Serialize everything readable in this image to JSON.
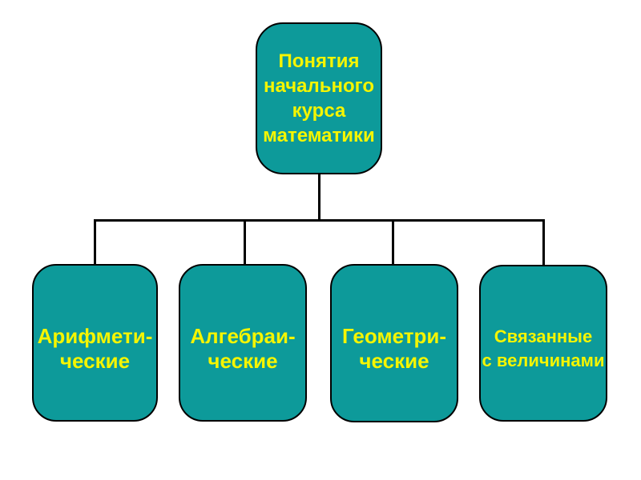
{
  "slide": {
    "background_color": "#ffffff",
    "diagram_type": "hierarchy-tree"
  },
  "colors": {
    "node_fill": "#0d9a9a",
    "node_border": "#000000",
    "node_text": "#f5f500",
    "connector": "#000000"
  },
  "root": {
    "label": "Понятия начального курса математики"
  },
  "children": [
    {
      "label": "Арифмети-\nческие"
    },
    {
      "label": "Алгебраи-\nческие"
    },
    {
      "label": "Геометри-\nческие"
    },
    {
      "label": "Связанные\nс величинами"
    }
  ]
}
